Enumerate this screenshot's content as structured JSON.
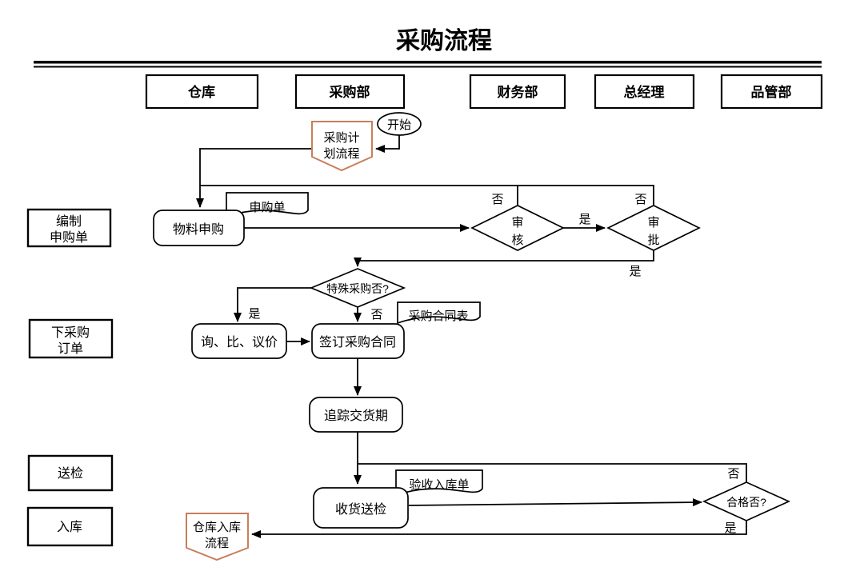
{
  "title": "采购流程",
  "colors": {
    "line": "#000000",
    "subprocess_border": "#c87e5a",
    "background": "#ffffff"
  },
  "lanes": [
    {
      "label": "仓库"
    },
    {
      "label": "采购部"
    },
    {
      "label": "财务部"
    },
    {
      "label": "总经理"
    },
    {
      "label": "品管部"
    }
  ],
  "phases": [
    {
      "lines": [
        "编制",
        "申购单"
      ]
    },
    {
      "lines": [
        "下采购",
        "订单"
      ]
    },
    {
      "lines": [
        "送检"
      ]
    },
    {
      "lines": [
        "入库"
      ]
    }
  ],
  "nodes": {
    "start": {
      "label": "开始",
      "type": "terminator"
    },
    "purchase_plan_process": {
      "line1": "采购计",
      "line2": "划流程",
      "type": "subprocess"
    },
    "material_requisition": {
      "label": "物料申购",
      "type": "process"
    },
    "requisition_form": {
      "label": "申购单",
      "type": "document"
    },
    "review": {
      "line1": "审",
      "line2": "核",
      "type": "decision"
    },
    "approval": {
      "line1": "审",
      "line2": "批",
      "type": "decision"
    },
    "special_purchase": {
      "label": "特殊采购否?",
      "type": "decision"
    },
    "inquiry_compare_negotiate": {
      "label": "询、比、议价",
      "type": "process"
    },
    "sign_purchase_contract": {
      "label": "签订采购合同",
      "type": "process"
    },
    "purchase_contract_form": {
      "label": "采购合同表",
      "type": "document"
    },
    "track_delivery": {
      "label": "追踪交货期",
      "type": "process"
    },
    "receive_and_inspect": {
      "label": "收货送检",
      "type": "process"
    },
    "acceptance_warehouse_receipt": {
      "label": "验收入库单",
      "type": "document"
    },
    "qualified": {
      "label": "合格否?",
      "type": "decision"
    },
    "warehouse_storage_process": {
      "line1": "仓库入库",
      "line2": "流程",
      "type": "subprocess"
    }
  },
  "edge_labels": {
    "review_no": "否",
    "review_yes": "是",
    "approval_no": "否",
    "approval_yes": "是",
    "special_yes": "是",
    "special_no": "否",
    "qualified_no": "否",
    "qualified_yes": "是"
  }
}
